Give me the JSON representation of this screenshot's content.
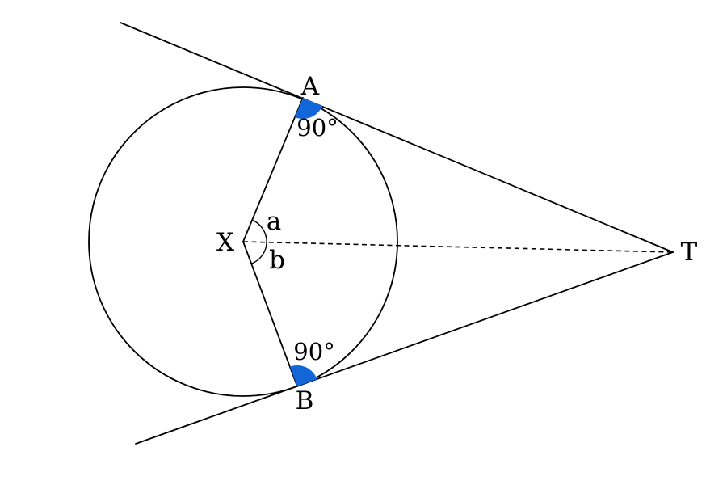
{
  "diagram": {
    "labels": {
      "center": "X",
      "tangent_point_top": "A",
      "tangent_point_bottom": "B",
      "external_point": "T",
      "central_angle_top": "a",
      "central_angle_bottom": "b",
      "right_angle_top": "90°",
      "right_angle_bottom": "90°"
    },
    "colors": {
      "stroke": "#000000",
      "right_angle_fill": "#1266d8",
      "background": "#ffffff"
    }
  }
}
